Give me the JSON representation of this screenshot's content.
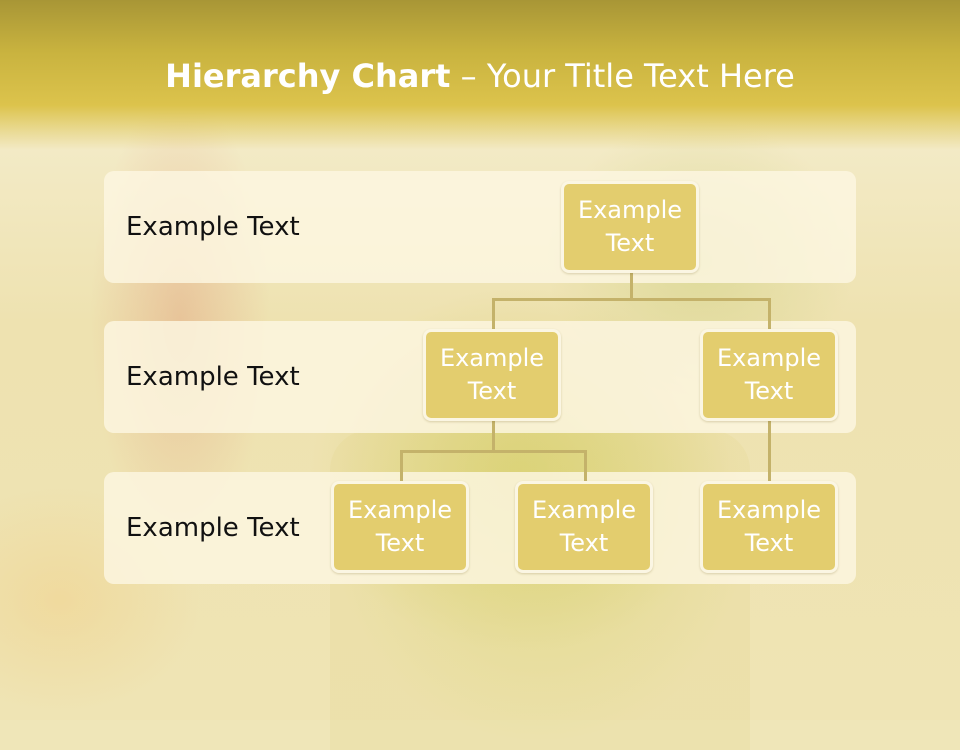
{
  "title": {
    "bold": "Hierarchy Chart",
    "dash": " – ",
    "rest": "Your Title Text Here"
  },
  "levels": [
    {
      "label": "Example Text"
    },
    {
      "label": "Example Text"
    },
    {
      "label": "Example Text"
    }
  ],
  "nodes": {
    "root": {
      "line1": "Example",
      "line2": "Text"
    },
    "l2_left": {
      "line1": "Example",
      "line2": "Text"
    },
    "l2_right": {
      "line1": "Example",
      "line2": "Text"
    },
    "l3_a": {
      "line1": "Example",
      "line2": "Text"
    },
    "l3_b": {
      "line1": "Example",
      "line2": "Text"
    },
    "l3_c": {
      "line1": "Example",
      "line2": "Text"
    }
  },
  "colors": {
    "header": "#dcc34c",
    "node_fill": "#e3cd6e",
    "node_border": "#fbf6e3",
    "connector": "#c4b26a"
  }
}
